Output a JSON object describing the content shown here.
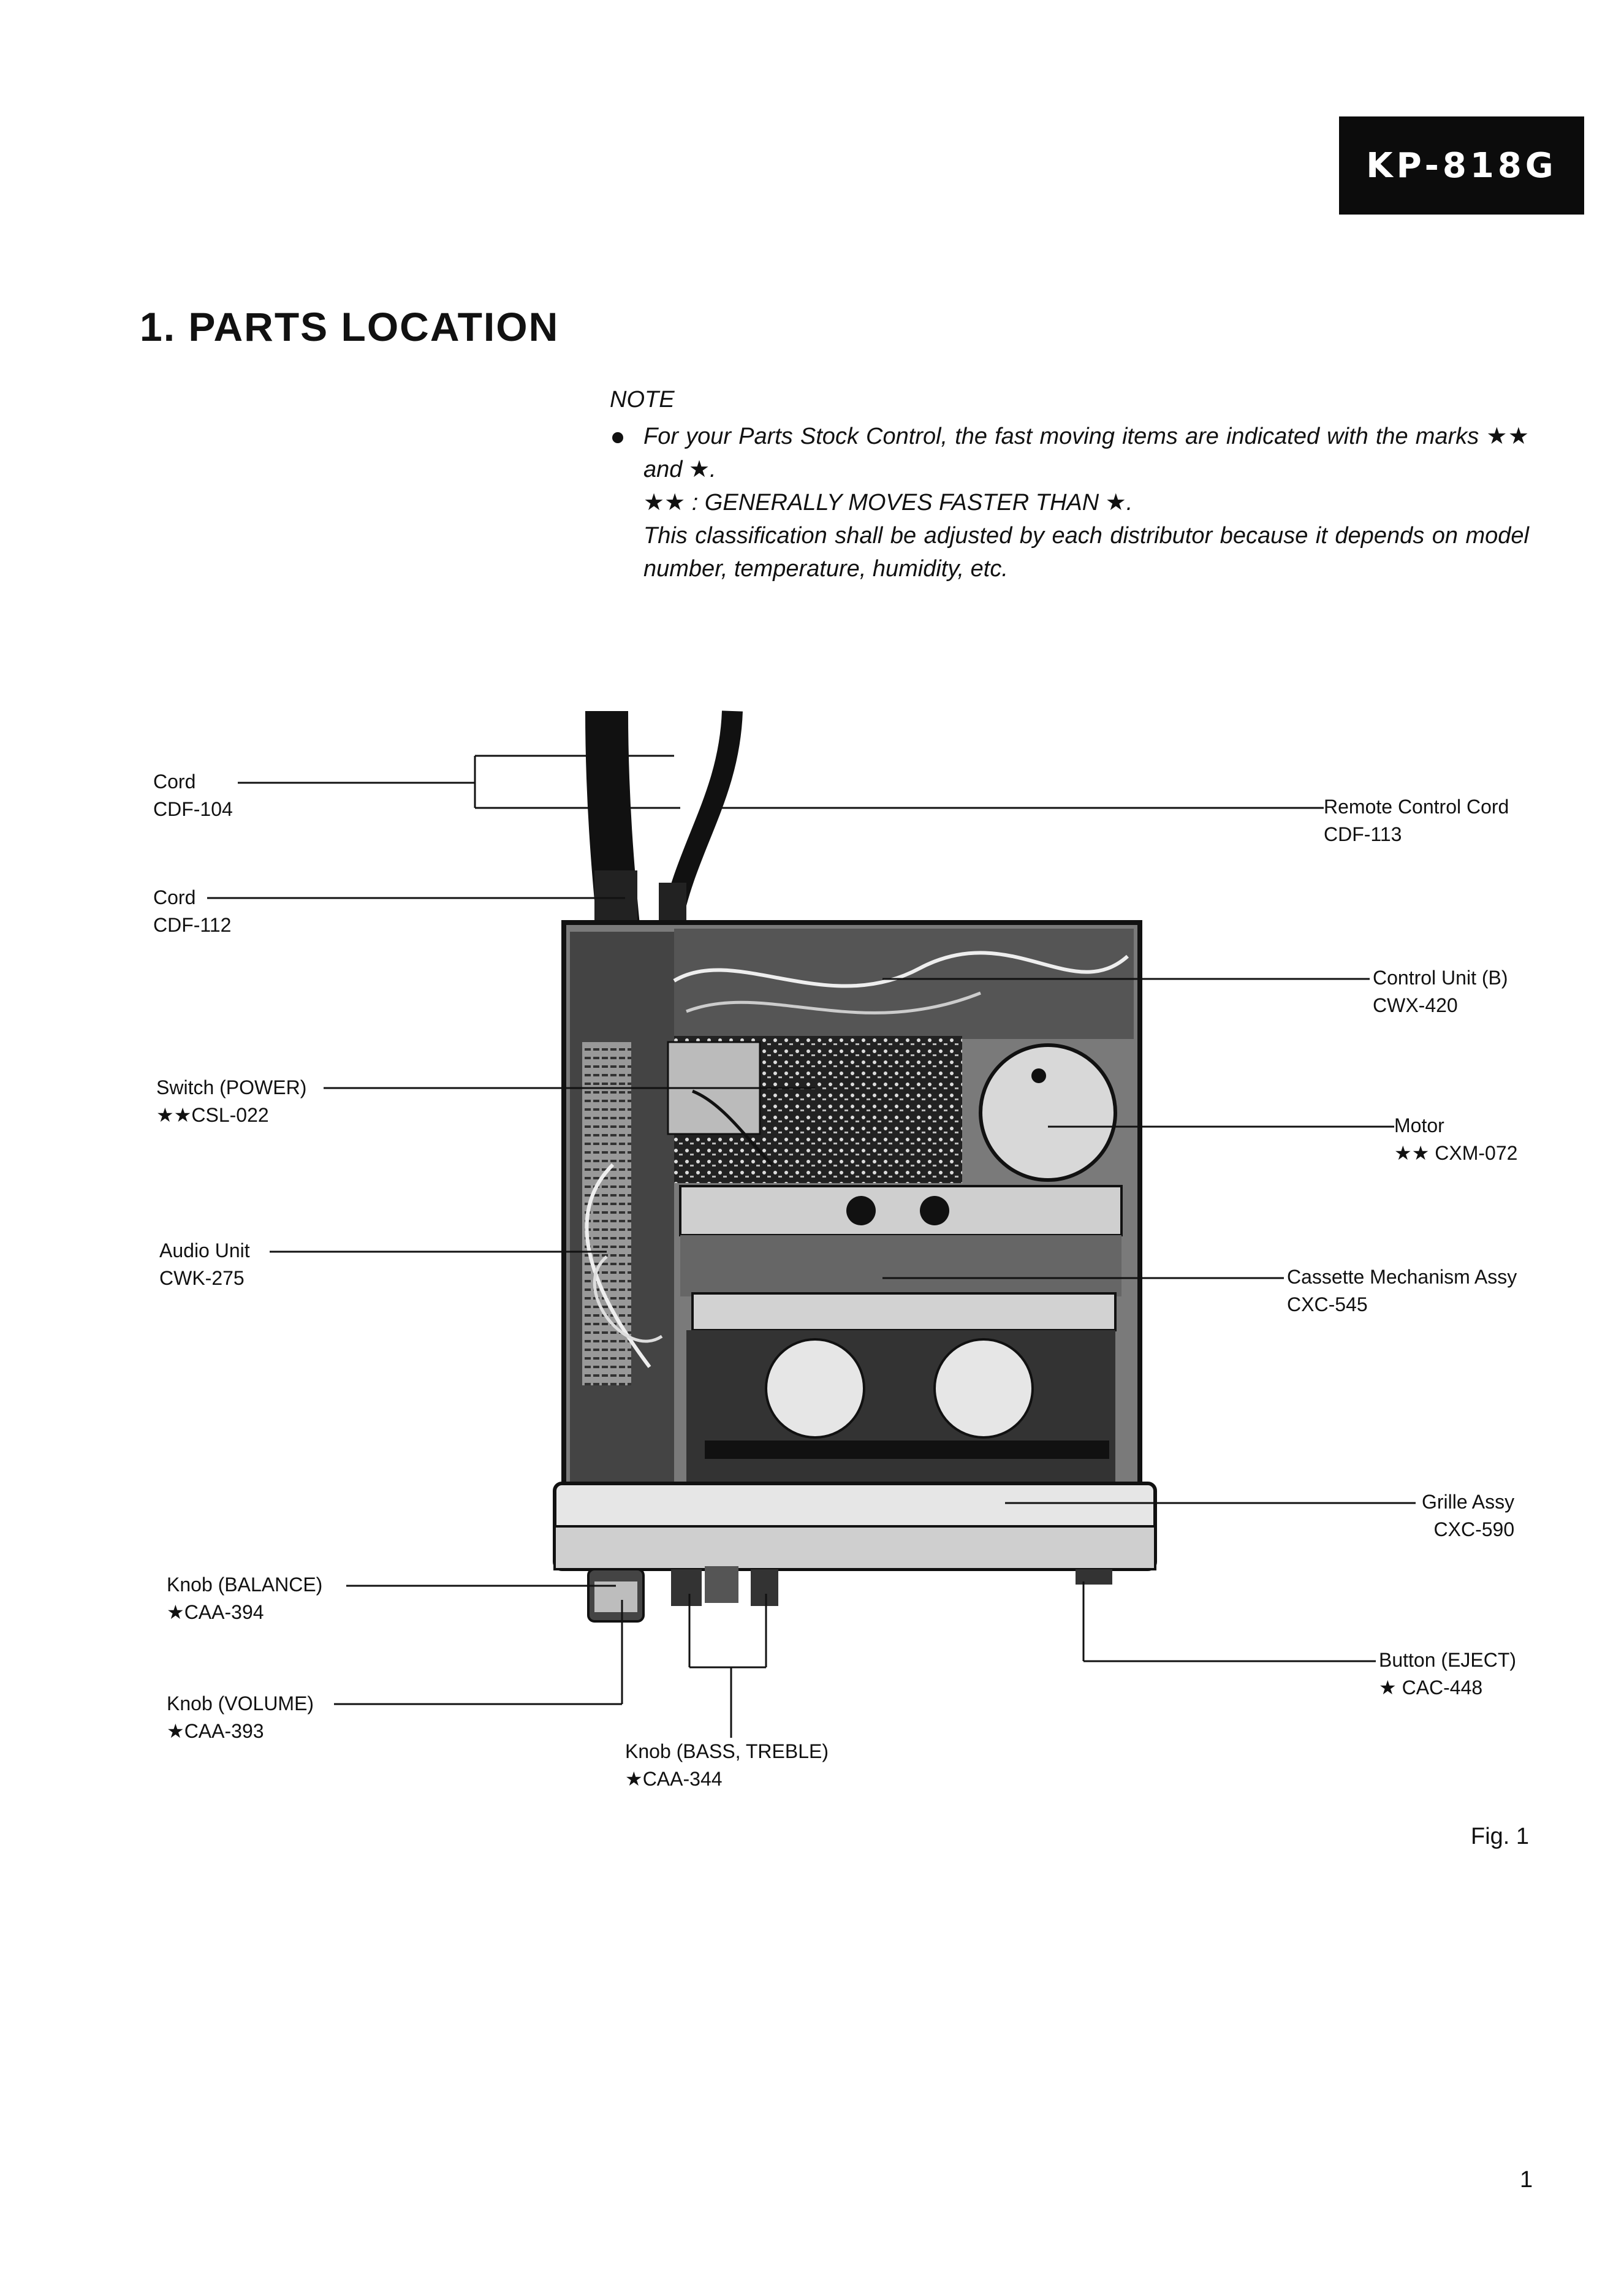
{
  "header": {
    "model": "KP-818G"
  },
  "title": "1. PARTS LOCATION",
  "note": {
    "heading": "NOTE",
    "line1": "For your Parts Stock Control, the fast moving items are indicated with the marks ★★ and ★.",
    "line2": "★★ : GENERALLY MOVES FASTER THAN ★.",
    "line3": "This classification shall be adjusted by each distributor because it depends on model number, temperature, humidity, etc."
  },
  "callouts": {
    "cord1": {
      "name": "Cord",
      "part": "CDF-104"
    },
    "cord2": {
      "name": "Cord",
      "part": "CDF-112"
    },
    "switch": {
      "name": "Switch (POWER)",
      "part": "★★CSL-022"
    },
    "audio": {
      "name": "Audio Unit",
      "part": "CWK-275"
    },
    "balance": {
      "name": "Knob (BALANCE)",
      "part": "★CAA-394"
    },
    "volume": {
      "name": "Knob (VOLUME)",
      "part": "★CAA-393"
    },
    "bass": {
      "name": "Knob (BASS, TREBLE)",
      "part": "★CAA-344"
    },
    "remote": {
      "name": "Remote Control Cord",
      "part": "CDF-113"
    },
    "control": {
      "name": "Control Unit (B)",
      "part": "CWX-420"
    },
    "motor": {
      "name": "Motor",
      "part": "★★ CXM-072"
    },
    "cassette": {
      "name": "Cassette Mechanism Assy",
      "part": "CXC-545"
    },
    "grille": {
      "name": "Grille Assy",
      "part": "CXC-590"
    },
    "eject": {
      "name": "Button (EJECT)",
      "part": "★ CAC-448"
    }
  },
  "figure_caption": "Fig. 1",
  "page_number": "1"
}
